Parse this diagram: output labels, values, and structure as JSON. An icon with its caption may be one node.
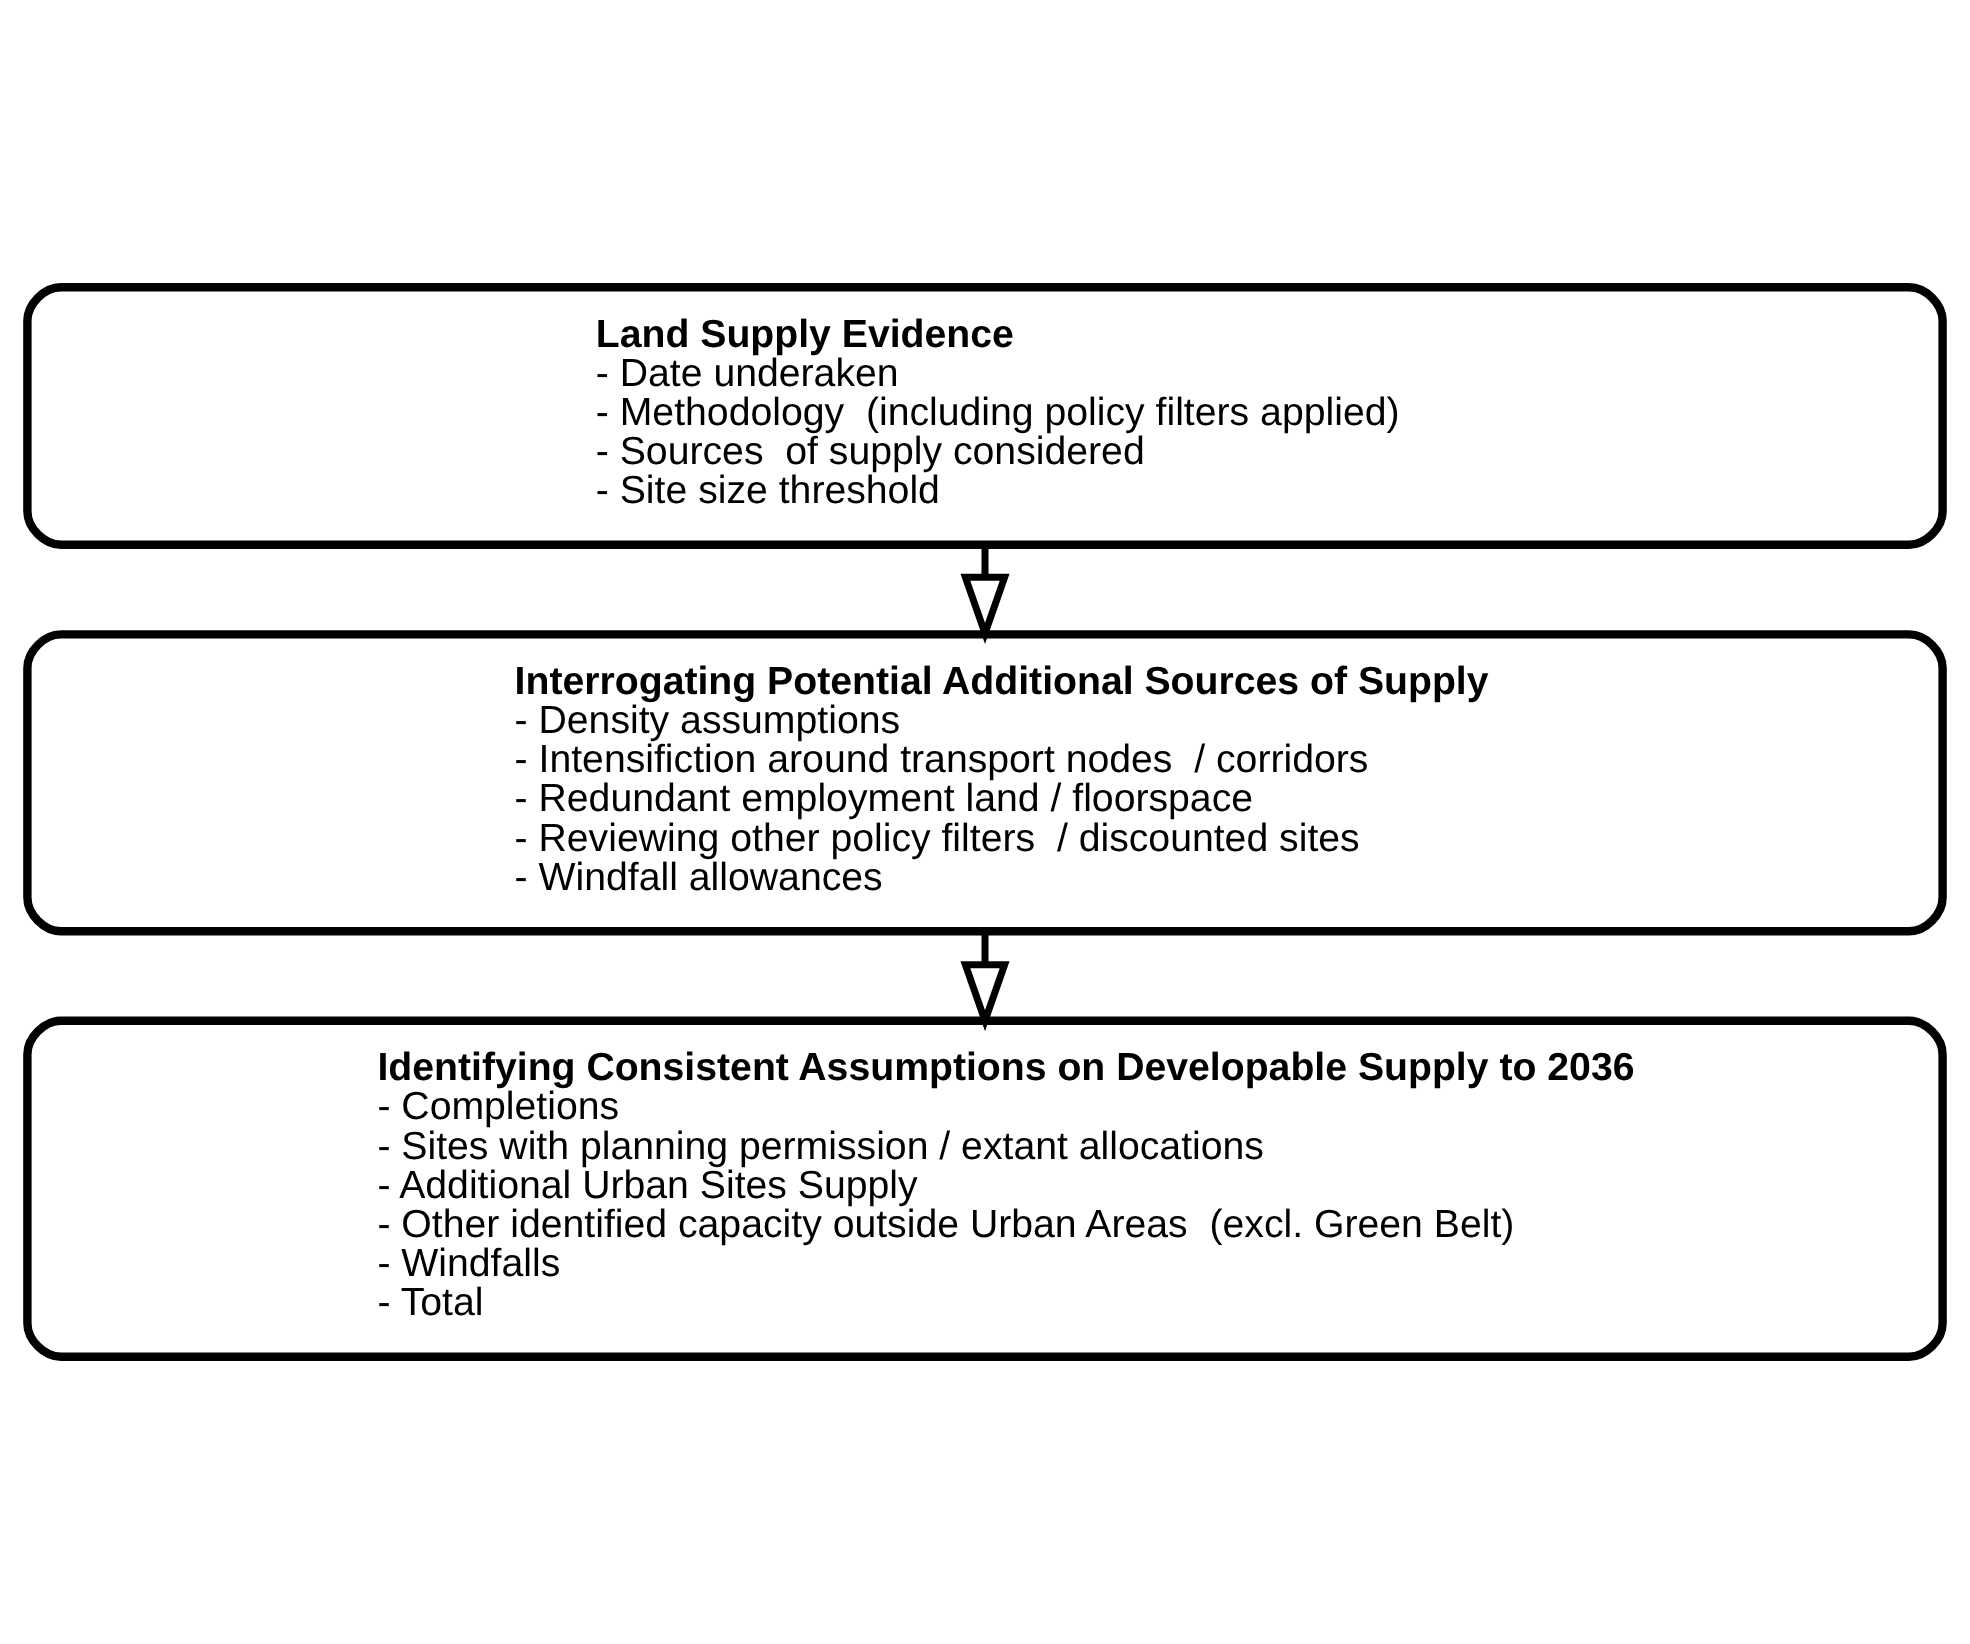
{
  "diagram": {
    "nodes": [
      {
        "text": [
          "Land Supply Evidence",
          "- Date underaken",
          "- Methodology  (including policy filters applied)",
          "- Sources  of supply considered",
          "- Site size threshold"
        ]
      },
      {
        "text": [
          "Interrogating Potential Additional Sources of Supply",
          "- Density assumptions",
          "- Intensifiction around transport nodes  / corridors",
          "- Redundant employment land / floorspace",
          "- Reviewing other policy filters  / discounted sites",
          "- Windfall allowances"
        ]
      },
      {
        "text": [
          "Identifying Consistent Assumptions on Developable Supply to 2036",
          "- Completions",
          "- Sites with planning permission / extant allocations",
          "- Additional Urban Sites Supply",
          "- Other identified capacity outside Urban Areas  (excl. Green Belt)",
          "- Windfalls",
          "- Total"
        ]
      }
    ],
    "edges": [
      {
        "from": 0,
        "to": 1,
        "arrow": "to"
      },
      {
        "from": 1,
        "to": 2,
        "arrow": "to"
      }
    ]
  }
}
